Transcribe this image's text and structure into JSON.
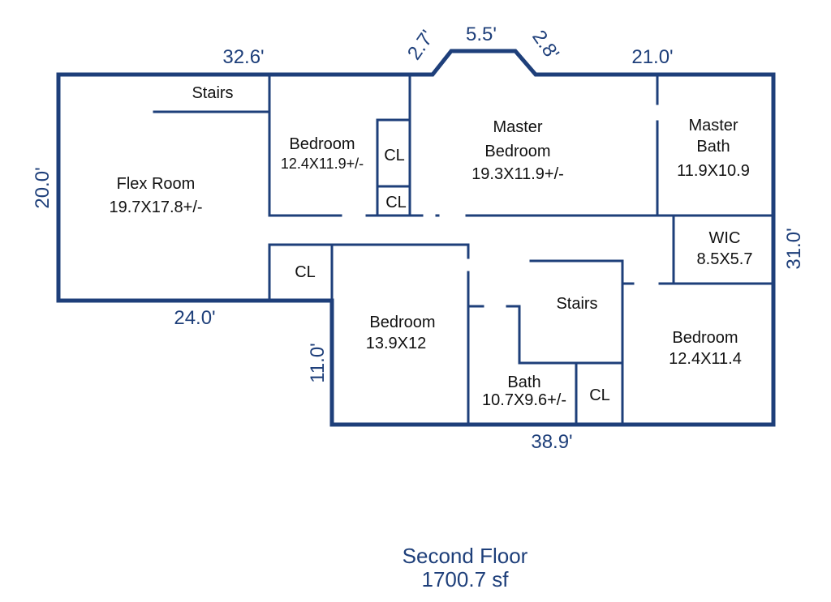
{
  "colors": {
    "wall": "#1e3f7a",
    "dimension_text": "#1e3f7a",
    "room_text": "#111111",
    "background": "#ffffff"
  },
  "dimensions": {
    "top_left": "32.6'",
    "bay_left": "2.7'",
    "bay_top": "5.5'",
    "bay_right": "2.8'",
    "top_right": "21.0'",
    "left": "20.0'",
    "right": "31.0'",
    "mid_bottom": "24.0'",
    "lower_left": "11.0'",
    "bottom": "38.9'"
  },
  "rooms": {
    "stairs_upper": "Stairs",
    "flex_room": {
      "name": "Flex Room",
      "size": "19.7X17.8+/-"
    },
    "bedroom_small": {
      "name": "Bedroom",
      "size": "12.4X11.9+/-"
    },
    "closet_a": "CL",
    "closet_b": "CL",
    "master_bedroom": {
      "name_line1": "Master",
      "name_line2": "Bedroom",
      "size": "19.3X11.9+/-"
    },
    "master_bath": {
      "name_line1": "Master",
      "name_line2": "Bath",
      "size": "11.9X10.9"
    },
    "wic": {
      "name": "WIC",
      "size": "8.5X5.7"
    },
    "closet_c": "CL",
    "bedroom_mid": {
      "name": "Bedroom",
      "size": "13.9X12"
    },
    "stairs_lower": "Stairs",
    "bath": {
      "name": "Bath",
      "size": "10.7X9.6+/-"
    },
    "closet_d": "CL",
    "bedroom_right": {
      "name": "Bedroom",
      "size": "12.4X11.4"
    }
  },
  "footer": {
    "floor_name": "Second Floor",
    "area": "1700.7 sf"
  }
}
